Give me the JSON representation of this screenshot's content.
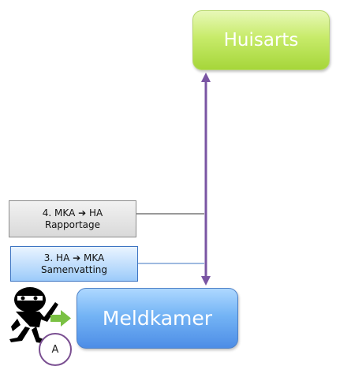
{
  "nodes": {
    "huisarts": "Huisarts",
    "meldkamer": "Meldkamer"
  },
  "messages": [
    {
      "line1": "4. MKA ➔ HA",
      "line2": "Rapportage"
    },
    {
      "line1": "3. HA ➔ MKA",
      "line2": "Samenvatting"
    }
  ],
  "marker": "A",
  "icons": {
    "caller": "burglar-figure-icon",
    "arrow": "green-arrow-icon"
  },
  "colors": {
    "connector": "#7a55a3",
    "huisarts_fill": "#b5e04f",
    "meldkamer_fill": "#5fa0ee",
    "arrow": "#7ac143"
  }
}
